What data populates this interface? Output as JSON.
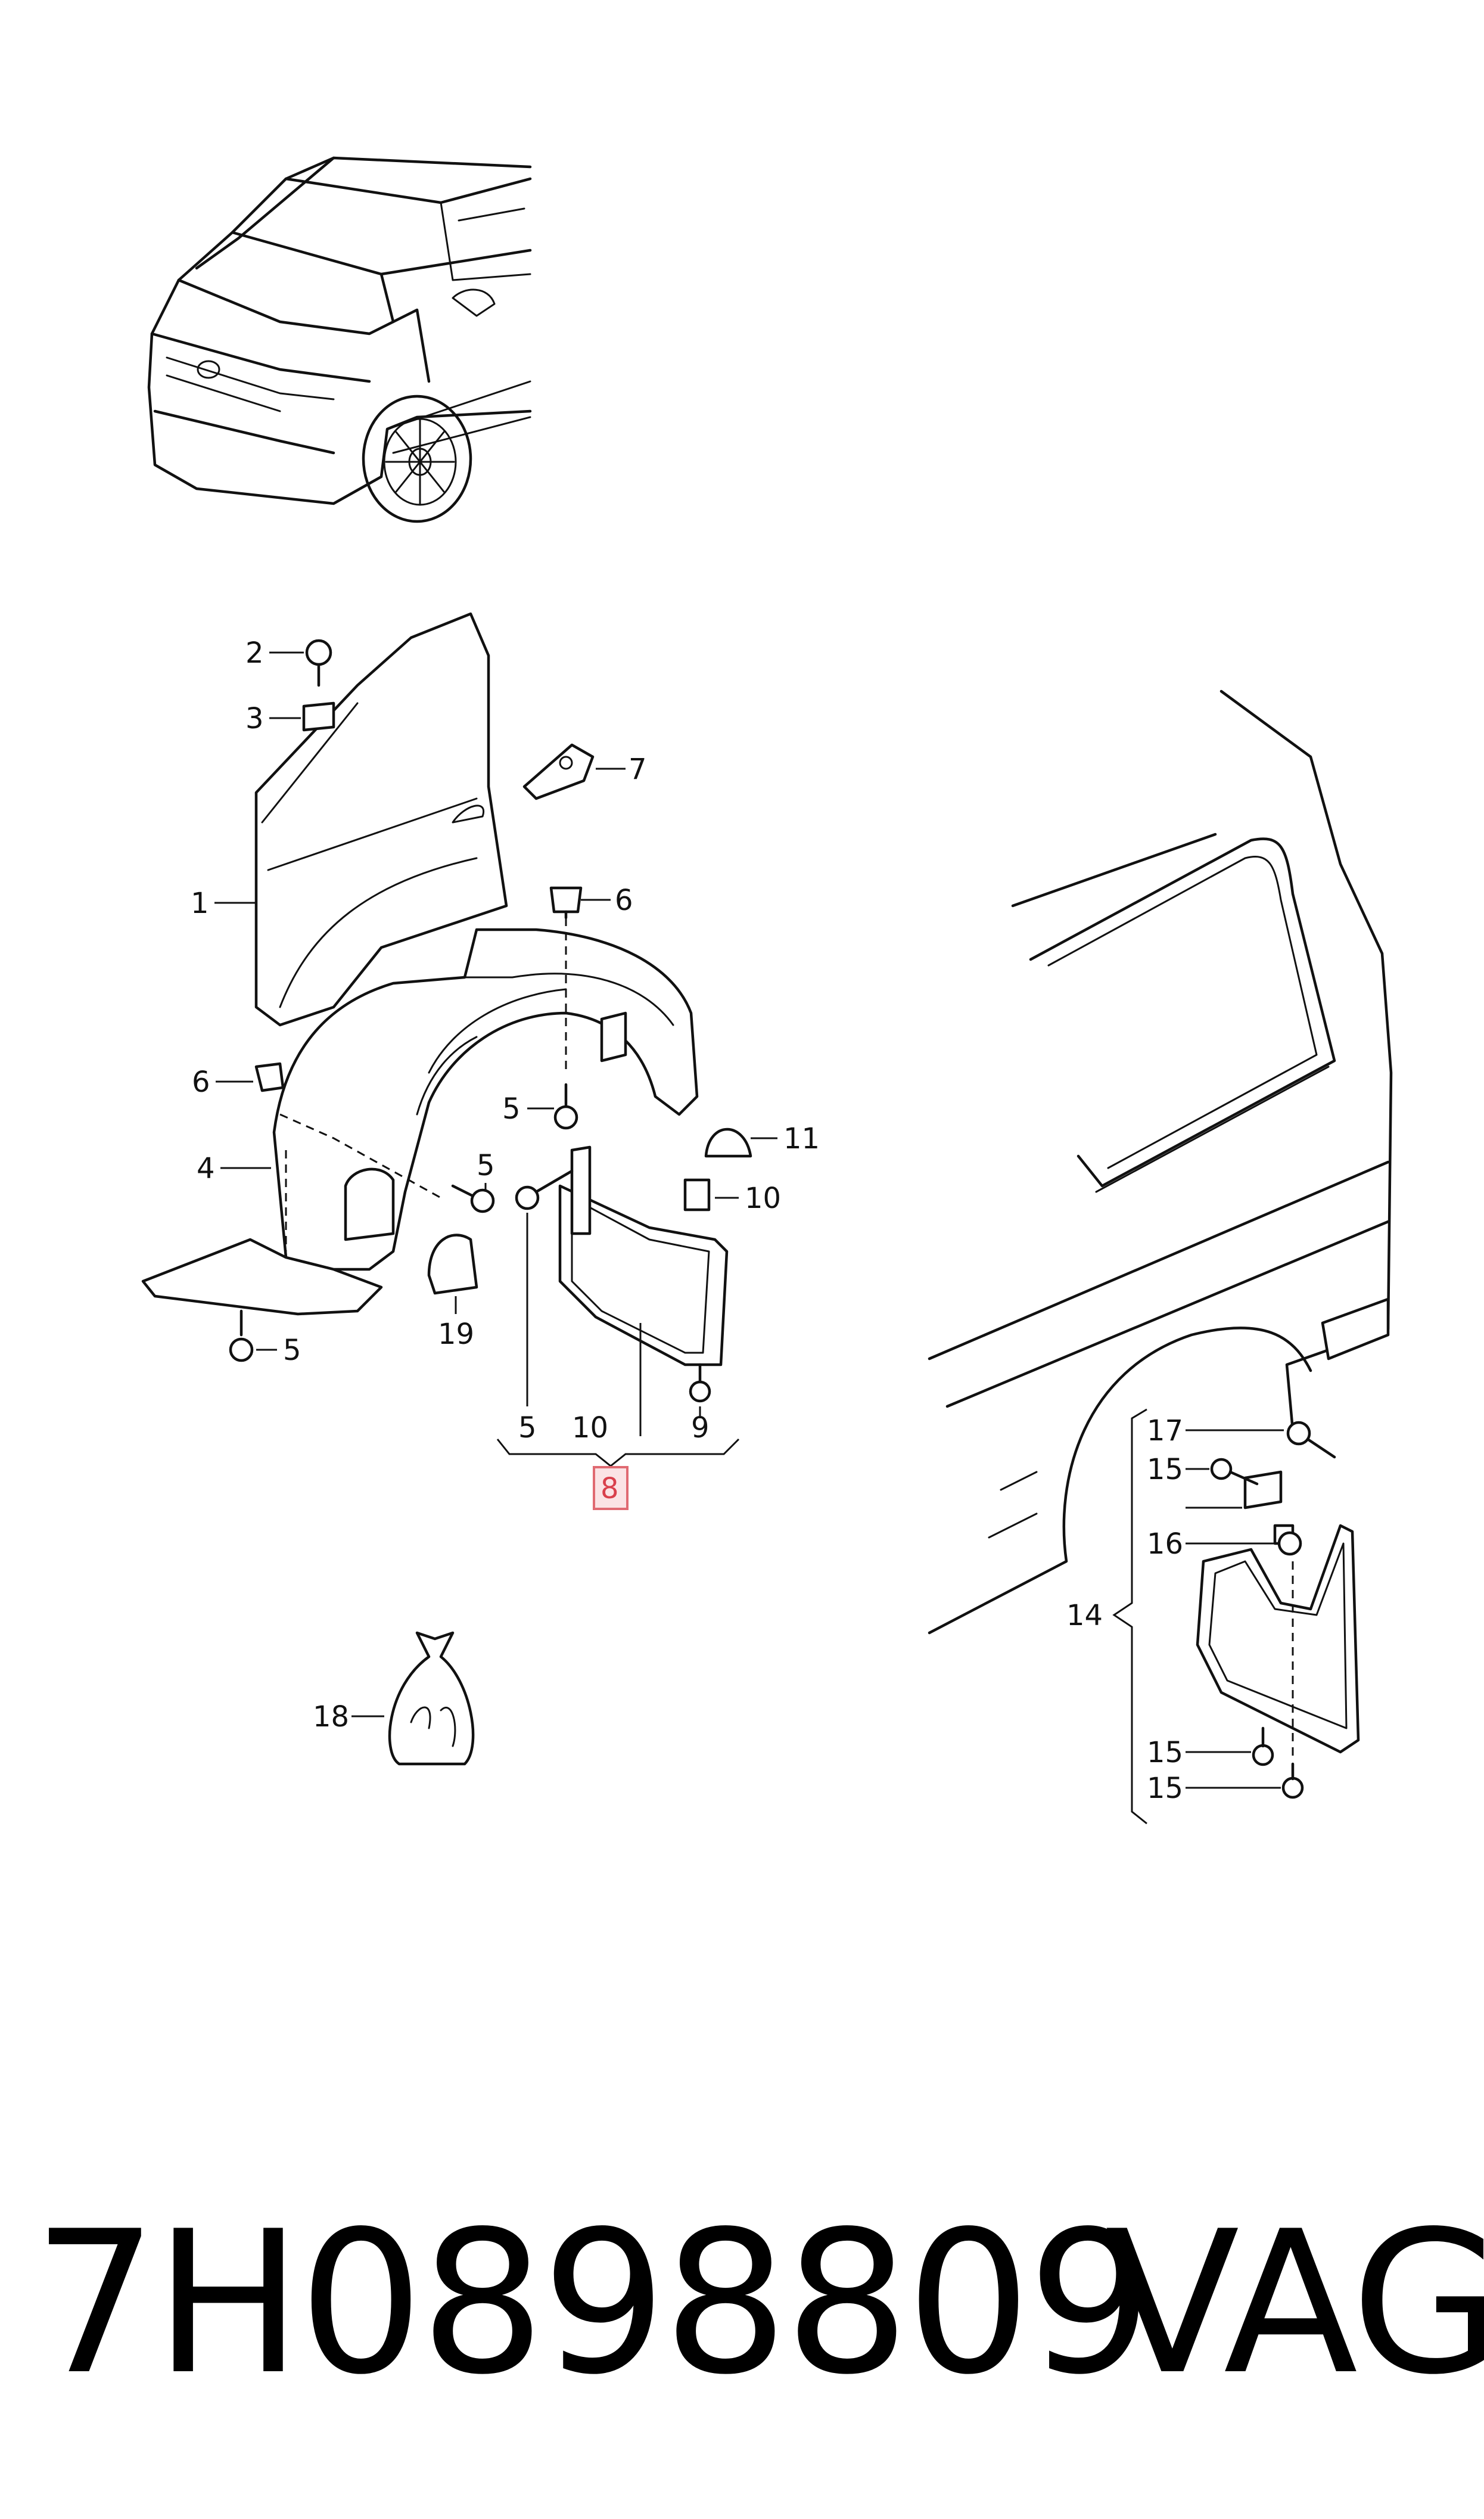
{
  "callouts": {
    "c1": "1",
    "c2": "2",
    "c3": "3",
    "c4": "4",
    "c5a": "5",
    "c5b": "5",
    "c5c": "5",
    "c5d": "5",
    "c6a": "6",
    "c6b": "6",
    "c7": "7",
    "c8": "8",
    "c9": "9",
    "c10a": "10",
    "c10b": "10",
    "c11": "11",
    "c14": "14",
    "c15a": "15",
    "c15b": "15",
    "c15c": "15",
    "c16": "16",
    "c17": "17",
    "c18": "18",
    "c19": "19"
  },
  "highlighted_callout": "8",
  "highlight_color": "#e06a72",
  "footer": {
    "part_number": "7H0898809",
    "brand": "VAG"
  }
}
